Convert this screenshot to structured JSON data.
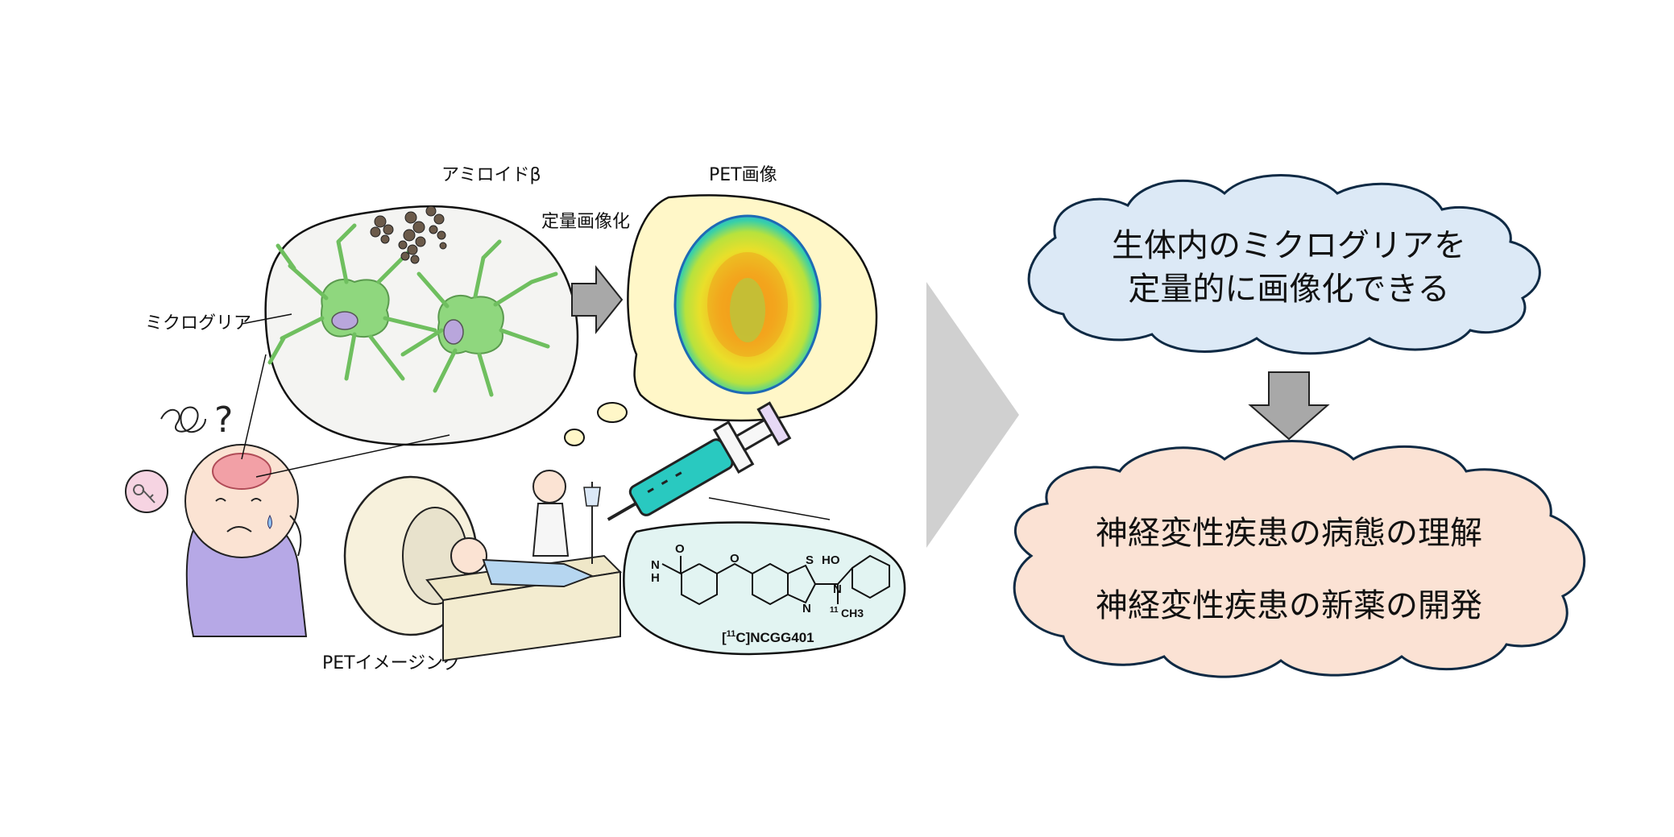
{
  "labels": {
    "amyloid": "アミロイドβ",
    "pet_image": "PET画像",
    "quantify": "定量画像化",
    "microglia": "ミクログリア",
    "pet_imaging": "PETイメージング",
    "compound": "[11C]NCGG401",
    "compound_base": "[",
    "compound_sup": "11",
    "compound_rest": "C]NCGG401"
  },
  "chem": {
    "ho": "HO",
    "n1": "N",
    "n2": "N",
    "s": "S",
    "o_ether": "O",
    "o_amide": "O",
    "nh": "N",
    "h": "H",
    "ch3": "CH3",
    "c11": "11"
  },
  "cloud_top": {
    "line1": "生体内のミクログリアを",
    "line2": "定量的に画像化できる"
  },
  "cloud_bottom": {
    "line1": "神経変性疾患の病態の理解",
    "line2": "神経変性疾患の新薬の開発"
  },
  "colors": {
    "cloud_top_fill": "#dce9f6",
    "cloud_bottom_fill": "#fbe2d4",
    "arrow_gray": "#a8a8a8",
    "big_chevron": "#d0d0d0",
    "microglia_green": "#7ccf6c",
    "pet_bubble": "#fff7c8",
    "chem_bubble": "#e2f4f2"
  }
}
